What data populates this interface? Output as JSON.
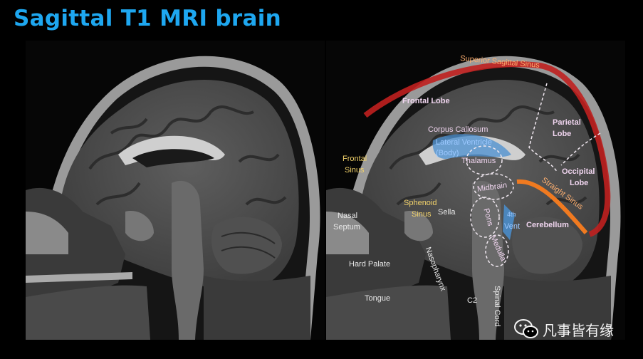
{
  "title": "Sagittal T1 MRI brain",
  "labels": {
    "superior_sagittal_sinus": "Superior Sagittal Sinus",
    "frontal_lobe": "Frontal Lobe",
    "parietal_lobe_1": "Parietal",
    "parietal_lobe_2": "Lobe",
    "corpus_callosum": "Corpus Callosum",
    "lateral_ventricle_1": "Lateral Ventricle",
    "lateral_ventricle_2": "(Body)",
    "thalamus": "Thalamus",
    "frontal_sinus_1": "Frontal",
    "frontal_sinus_2": "Sinus",
    "occipital_lobe_1": "Occipital",
    "occipital_lobe_2": "Lobe",
    "midbrain": "Midbrain",
    "straight_sinus": "Straight Sinus",
    "sphenoid_sinus_1": "Sphenoid",
    "sphenoid_sinus_2": "Sinus",
    "sella": "Sella",
    "nasal_septum_1": "Nasal",
    "nasal_septum_2": "Septum",
    "pons": "Pons",
    "fourth_vent_1": "4th",
    "fourth_vent_2": "Vent",
    "cerebellum": "Cerebellum",
    "medulla": "Medulla",
    "hard_palate": "Hard Palate",
    "nasopharynx": "Nasopharynx",
    "tongue": "Tongue",
    "c2": "C2",
    "spinal_cord": "Spinal Cord"
  },
  "watermark": {
    "text": "凡事皆有缘",
    "icon": "wechat-icon"
  },
  "colors": {
    "title": "#1ea7f0",
    "sinus_red": "#c0201f",
    "straight_sinus_orange": "#f07a20",
    "ventricle_blue": "#4a8fd0"
  }
}
